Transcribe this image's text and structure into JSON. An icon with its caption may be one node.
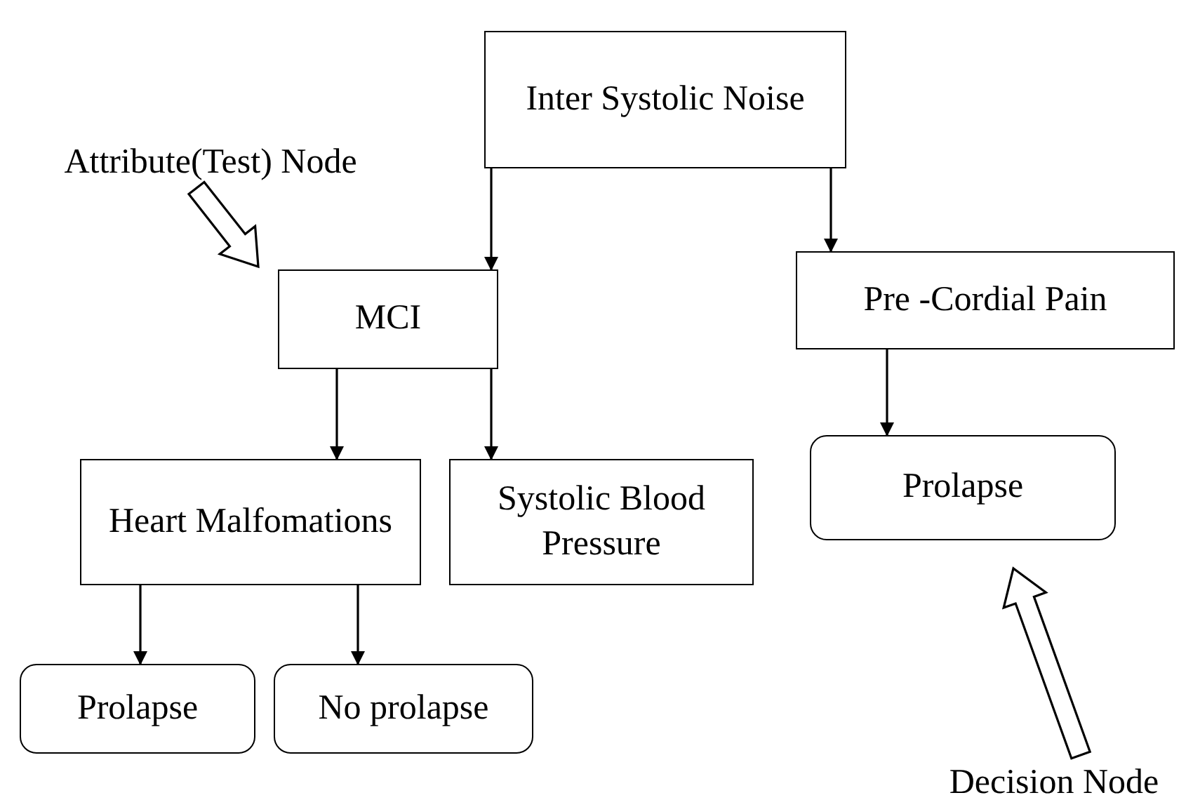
{
  "diagram": {
    "nodes": [
      {
        "text": [
          "Inter Systolic Noise"
        ]
      },
      {
        "text": [
          "MCI"
        ]
      },
      {
        "text": [
          "Pre -Cordial Pain"
        ]
      },
      {
        "text": [
          "Heart Malfomations"
        ]
      },
      {
        "text": [
          "Systolic Blood Pressure"
        ]
      },
      {
        "text": [
          "Prolapse"
        ]
      },
      {
        "text": [
          "Prolapse"
        ]
      },
      {
        "text": [
          "No prolapse"
        ]
      },
      {
        "text": [
          "Attribute(Test) Node"
        ]
      },
      {
        "text": [
          "Decision Node"
        ]
      }
    ],
    "edges": [
      {
        "from": 0,
        "to": 1,
        "arrow": "to"
      },
      {
        "from": 0,
        "to": 2,
        "arrow": "to"
      },
      {
        "from": 1,
        "to": 3,
        "arrow": "to"
      },
      {
        "from": 1,
        "to": 4,
        "arrow": "to"
      },
      {
        "from": 2,
        "to": 5,
        "arrow": "to"
      },
      {
        "from": 3,
        "to": 6,
        "arrow": "to"
      },
      {
        "from": 3,
        "to": 7,
        "arrow": "to"
      },
      {
        "from": 8,
        "to": 1,
        "arrow": "to",
        "style": "thick"
      },
      {
        "from": 9,
        "to": 5,
        "arrow": "to",
        "style": "thick"
      }
    ]
  }
}
